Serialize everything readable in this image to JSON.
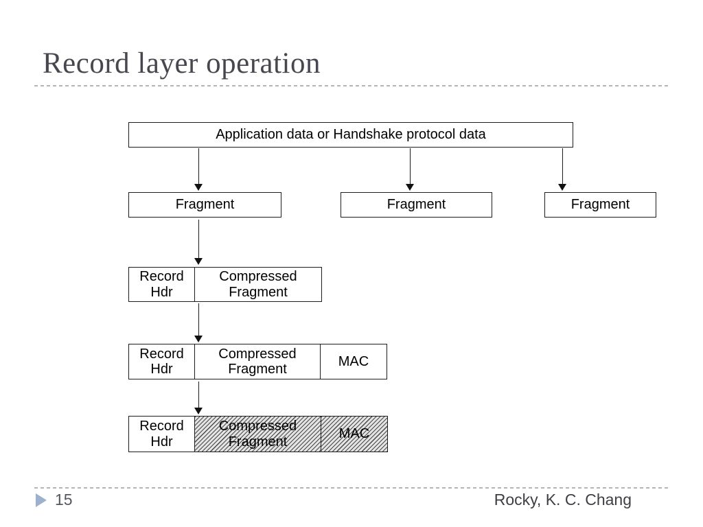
{
  "slide": {
    "title": "Record layer operation"
  },
  "diagram": {
    "top_box": "Application data or Handshake protocol data",
    "fragments": [
      "Fragment",
      "Fragment",
      "Fragment"
    ],
    "record_rows": [
      {
        "header": "Record Hdr",
        "body": "Compressed Fragment",
        "hatched": false
      },
      {
        "header": "Record Hdr",
        "body": "Compressed Fragment",
        "mac": "MAC",
        "hatched": false
      },
      {
        "header": "Record Hdr",
        "body": "Compressed Fragment",
        "mac": "MAC",
        "hatched": true
      }
    ]
  },
  "footer": {
    "page_number": "15",
    "author": "Rocky, K. C. Chang"
  },
  "icons": {
    "footer_bullet": "right-triangle-icon"
  },
  "colors": {
    "title_text": "#47474f",
    "dashed_line": "#b4b4b4",
    "box_border": "#1c1c1c",
    "diagram_text": "#000000",
    "accent_triangle": "#9db1cc",
    "footer_text": "#3e3e45",
    "hatch_line": "#484848",
    "hatch_background": "#e3e3e3",
    "background": "#ffffff"
  }
}
